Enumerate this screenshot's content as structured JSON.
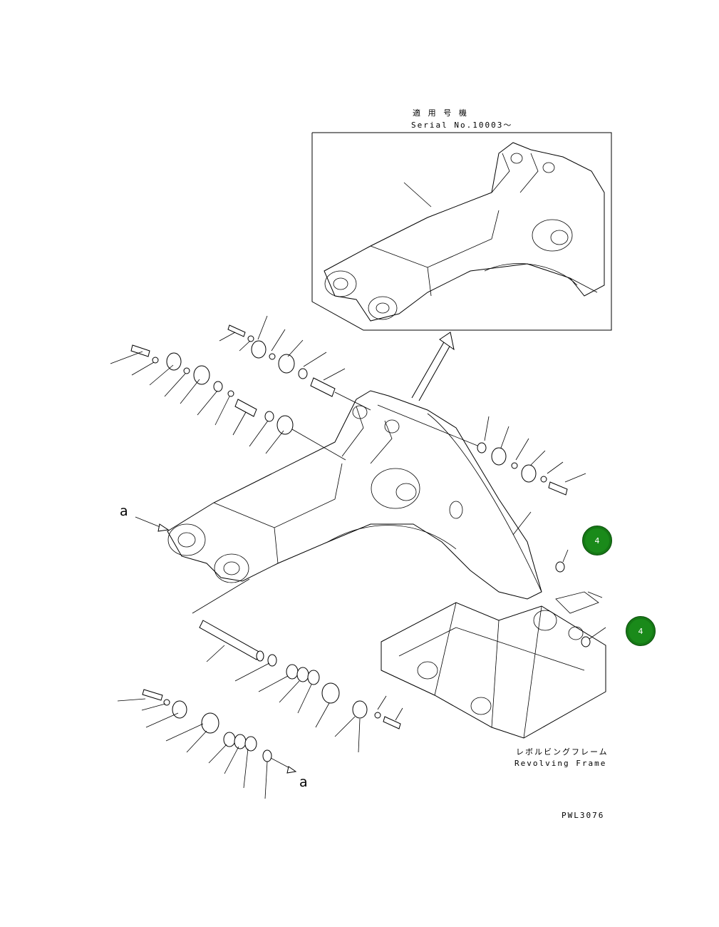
{
  "inset": {
    "title_jp": "適 用 号 機",
    "serial": "Serial No.10003～"
  },
  "arrow_marker": "a",
  "frame_label": {
    "jp": "レボルビングフレーム",
    "en": "Revolving Frame"
  },
  "drawing_code": "PWL3076",
  "callouts": [
    {
      "label": "4",
      "color": "#1a8a1a"
    },
    {
      "label": "4",
      "color": "#1a8a1a"
    }
  ]
}
